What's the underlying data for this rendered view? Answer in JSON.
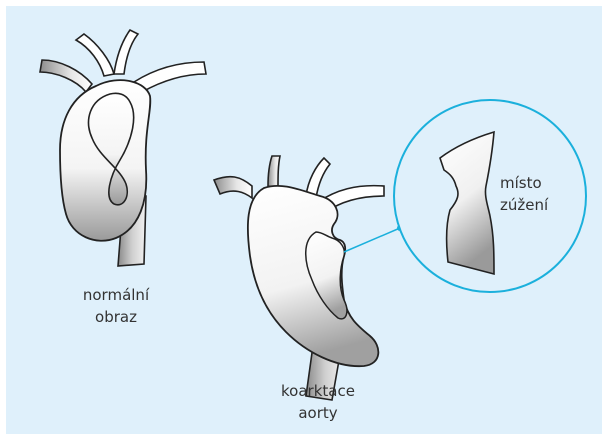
{
  "colors": {
    "background": "#dff0fb",
    "circle_stroke": "#1bb0dc",
    "vessel_stroke": "#222222",
    "vessel_fill_light": "#ffffff",
    "vessel_fill_dark": "#9a9a9a"
  },
  "labels": {
    "normal": {
      "line1": "normální",
      "line2": "obraz"
    },
    "coarctation": {
      "line1": "koarktace",
      "line2": "aorty"
    },
    "site": {
      "line1": "místo",
      "line2": "zúžení"
    }
  }
}
